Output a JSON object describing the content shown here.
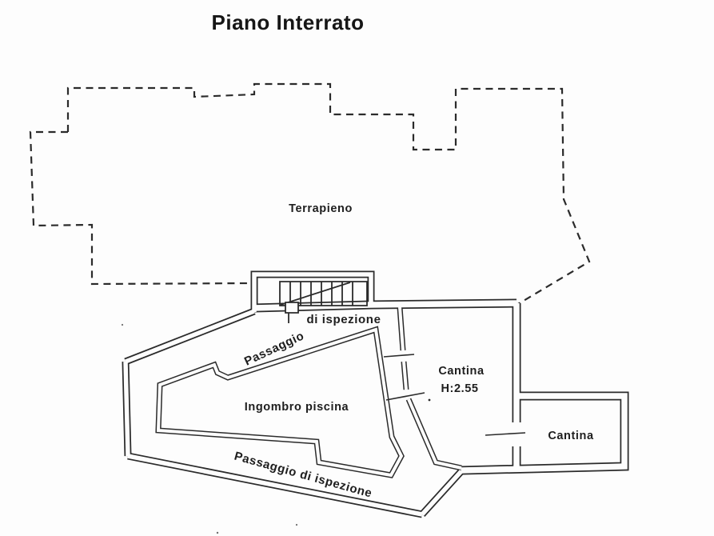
{
  "title": "Piano Interrato",
  "plan": {
    "area_label": "Terrapieno",
    "passage_upper_word1": "Passaggio",
    "passage_upper_word2": "di ispezione",
    "pool_label": "Ingombro piscina",
    "passage_lower": "Passaggio di ispezione",
    "room1_label": "Cantina",
    "room1_height": "H:2.55",
    "room2_label": "Cantina"
  },
  "colors": {
    "ink": "#2b2b2b",
    "paper": "#fdfdfd"
  }
}
